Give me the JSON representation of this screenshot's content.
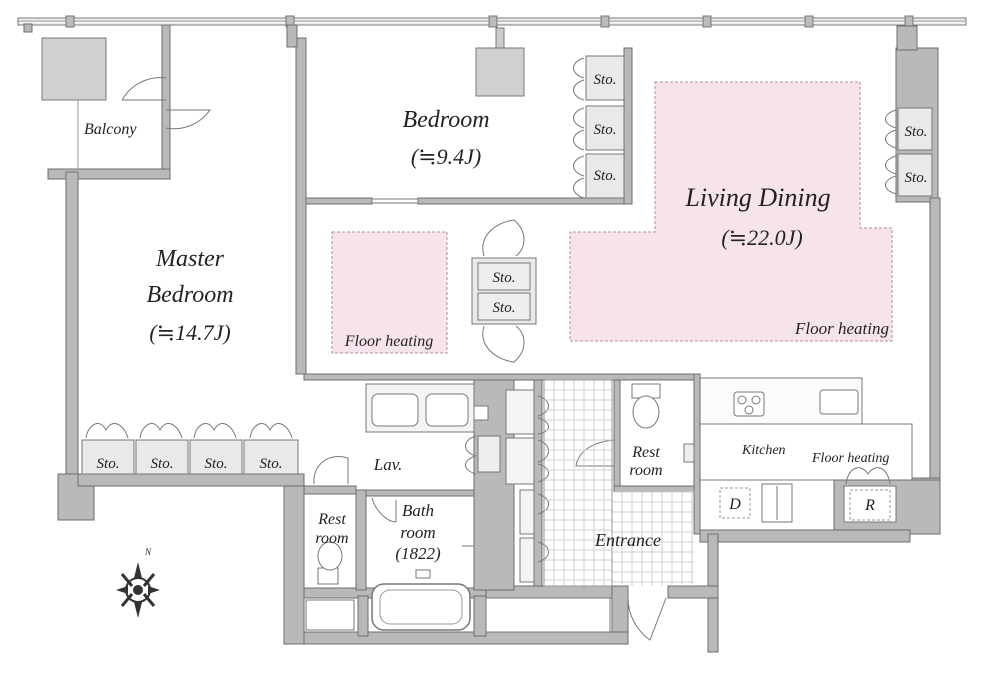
{
  "rooms": {
    "balcony": "Balcony",
    "bedroom": "Bedroom",
    "bedroom_size": "(≒9.4J)",
    "living_dining_line1": "Living Dining",
    "living_dining_size": "(≒22.0J)",
    "master_line1": "Master",
    "master_line2": "Bedroom",
    "master_size": "(≒14.7J)",
    "lav": "Lav.",
    "bath_line1": "Bath",
    "bath_line2": "room",
    "bath_size": "(1822)",
    "restroom_line1": "Rest",
    "restroom_line2": "room",
    "entrance": "Entrance",
    "kitchen": "Kitchen"
  },
  "labels": {
    "sto": "Sto.",
    "floor_heating": "Floor heating",
    "dishwasher": "D",
    "refrigerator": "R",
    "north": "N"
  },
  "colors": {
    "floor_heating": "#f6e4ea",
    "walls": "#b9b9b9"
  }
}
